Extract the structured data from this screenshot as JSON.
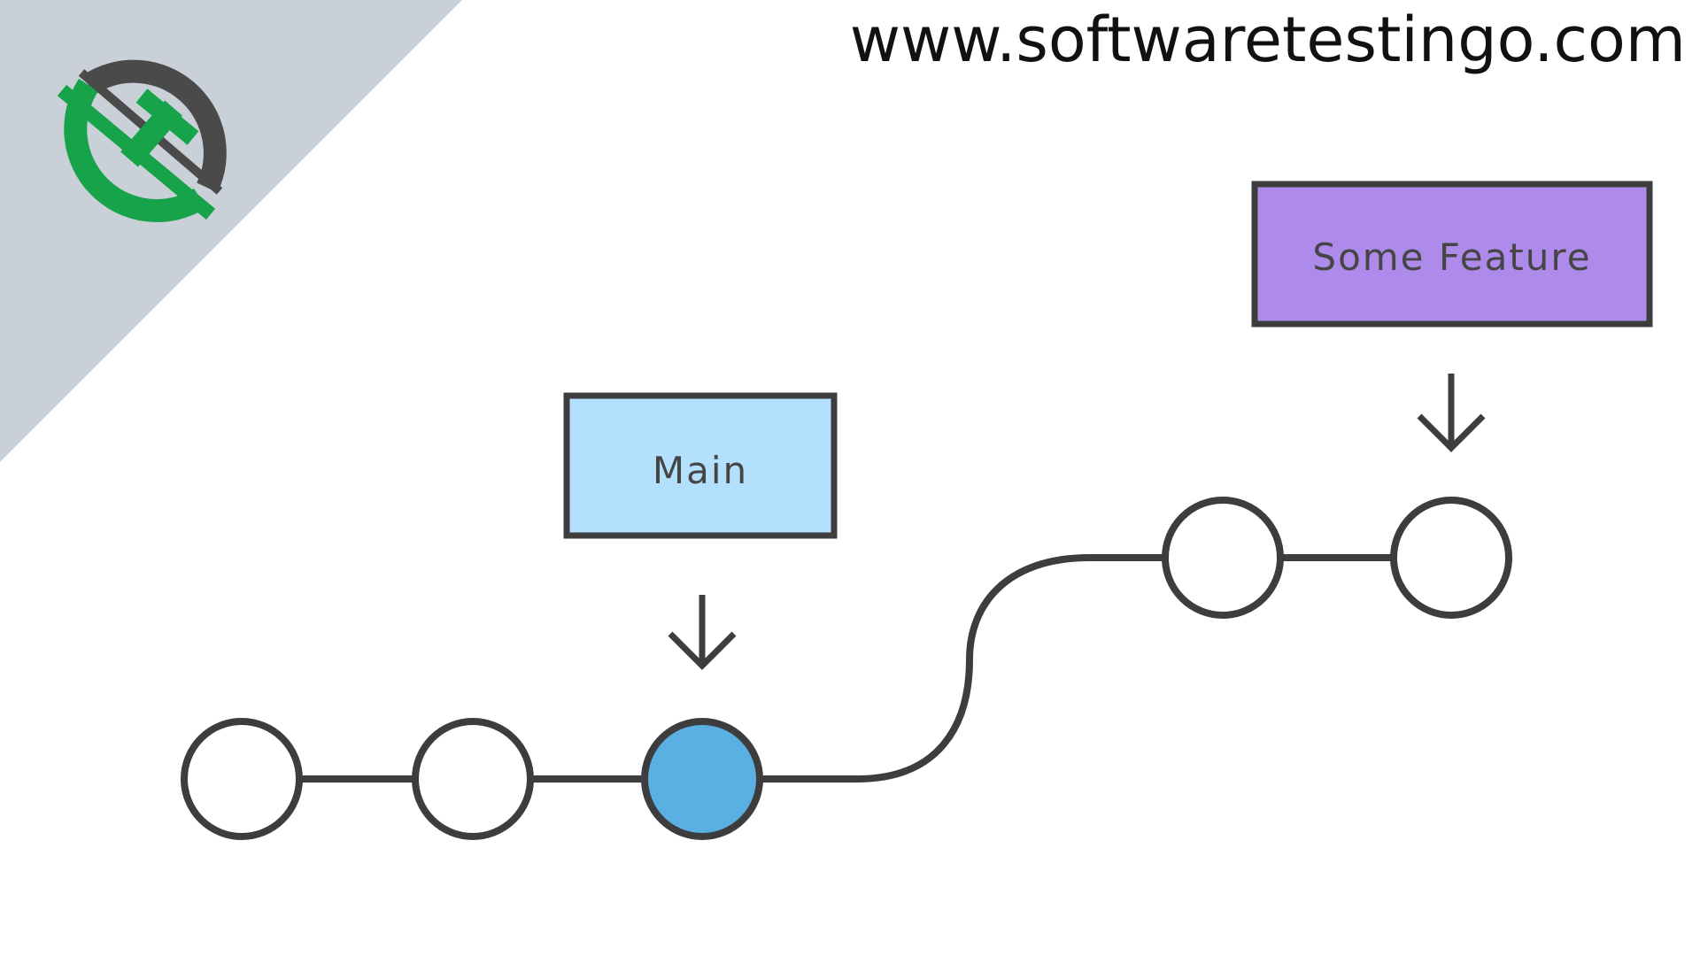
{
  "header": {
    "site_url": "www.softwaretestingo.com"
  },
  "logo": {
    "icon": "softwaretestingo-logo-icon",
    "colors": {
      "green": "#16a34a",
      "dark": "#4a4a4a"
    }
  },
  "diagram": {
    "branches": [
      {
        "label": "Main",
        "fill": "#b3e0fc"
      },
      {
        "label": "Some Feature",
        "fill": "#ae8aea"
      }
    ],
    "commits": [
      {
        "branch": "Main",
        "highlighted": false
      },
      {
        "branch": "Main",
        "highlighted": false
      },
      {
        "branch": "Main",
        "highlighted": true
      },
      {
        "branch": "Some Feature",
        "highlighted": false
      },
      {
        "branch": "Some Feature",
        "highlighted": false
      }
    ],
    "colors": {
      "stroke": "#3d3d3d",
      "commit_fill": "#ffffff",
      "highlight_fill": "#5aafe3",
      "corner_bg": "#c9d0d8"
    }
  }
}
